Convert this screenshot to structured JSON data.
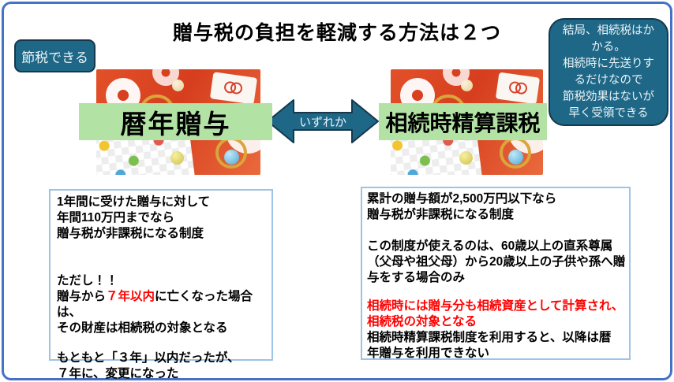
{
  "title": "贈与税の負担を軽減する方法は２つ",
  "badges": {
    "top_left": "節税できる",
    "top_right": "結局、相続税はか\nかる。\n相続時に先送りす\nるだけなので\n節税効果はないが\n早く受領できる"
  },
  "options": {
    "left_label": "暦年贈与",
    "right_label": "相続時精算課税",
    "arrow_label": "いずれか"
  },
  "left_box": {
    "p1": "1年間に受けた贈与に対して\n年間110万円までなら\n贈与税が非課税になる制度",
    "tadashi": "ただし！！",
    "cond_before": "贈与から",
    "cond_red": "７年以内",
    "cond_after": "に亡くなった場合は、",
    "cond_line2": "その財産は相続税の対象となる",
    "p3": "もともと「３年」以内だったが、\n７年に、変更になった"
  },
  "right_box": {
    "p1": "累計の贈与額が2,500万円以下なら\n贈与税が非課税になる制度",
    "p2": "この制度が使えるのは、60歳以上の直系尊属\n（父母や祖父母）から20歳以上の子供や孫へ贈\n与をする場合のみ",
    "p3_red": "相続時には贈与分も相続資産として計算され、\n相続税の対象となる",
    "p4": "相続時精算課税制度を利用すると、以降は暦\n年贈与を利用できない"
  },
  "colors": {
    "frame_blue": "#4472C4",
    "teal_fill": "#1F6787",
    "teal_stroke": "#16384C",
    "band_green": "#B2E2A4",
    "note_border": "#9DC3E6",
    "highlight_red": "#FF0000"
  }
}
